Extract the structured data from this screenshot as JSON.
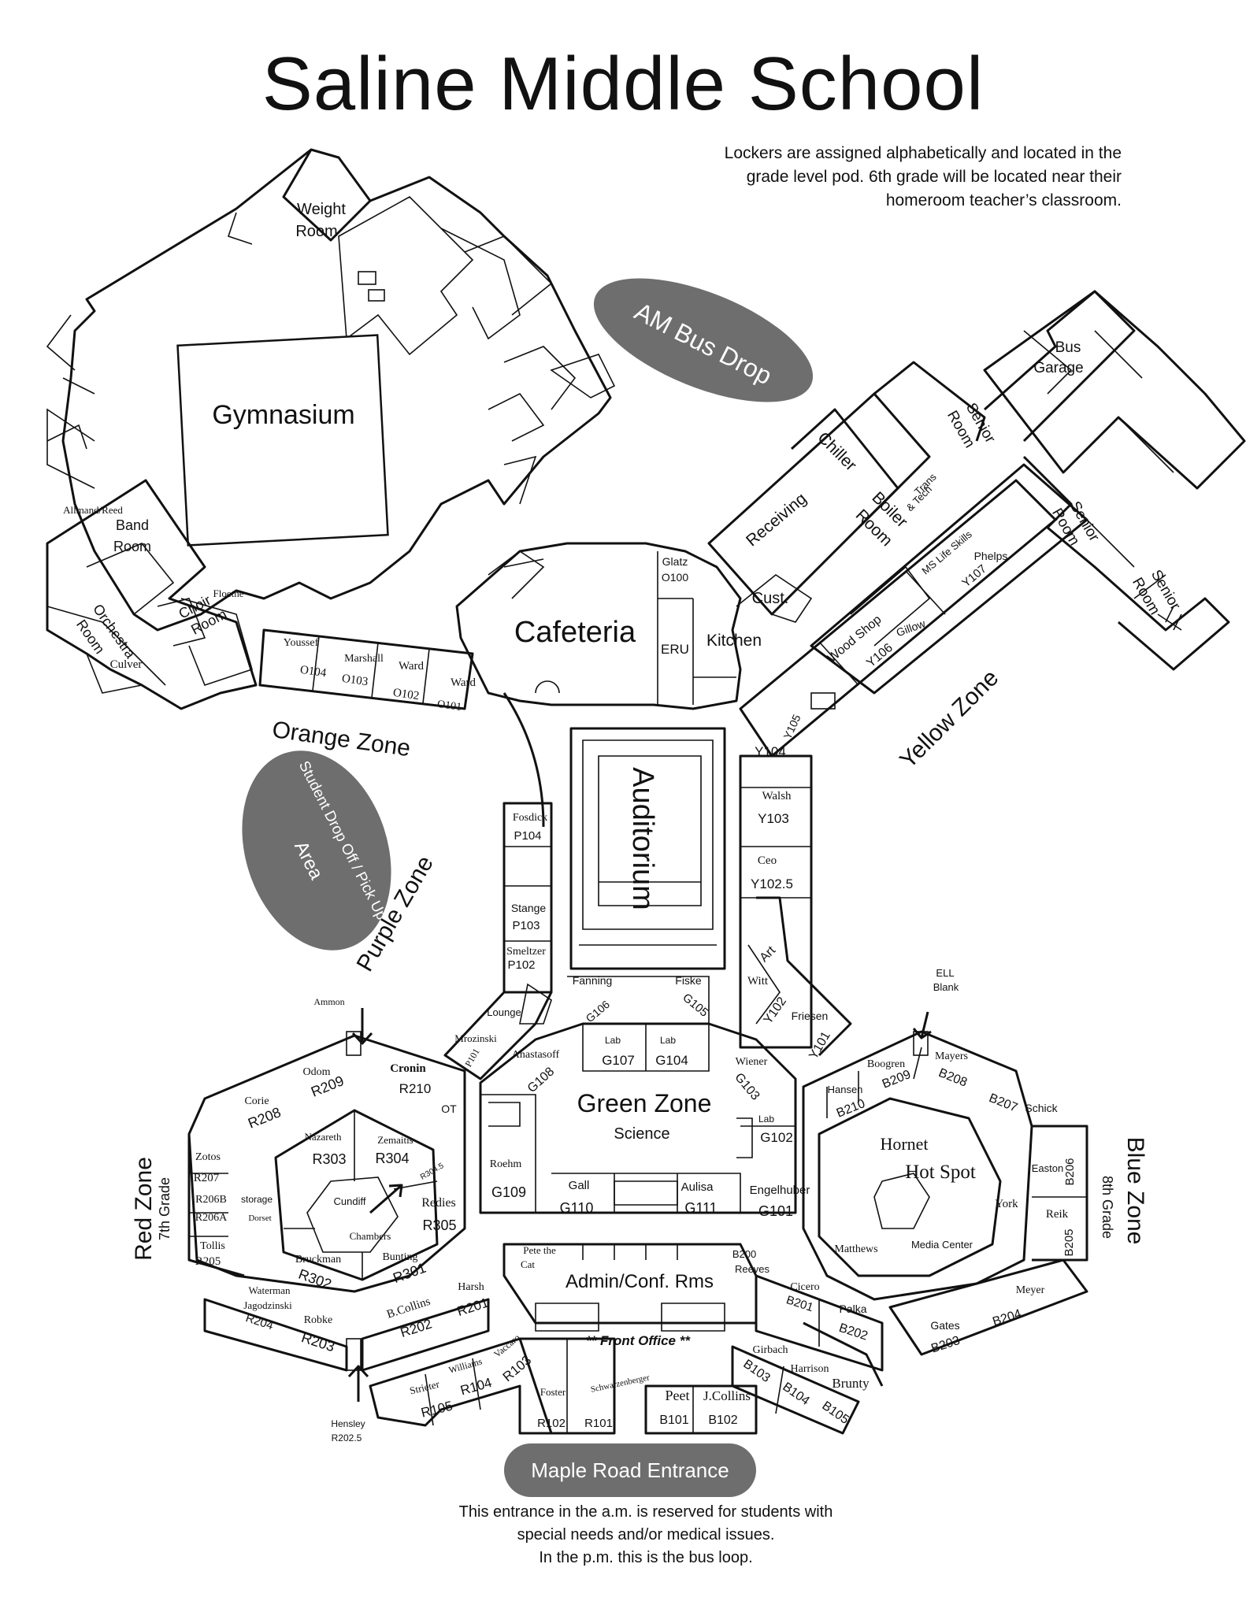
{
  "title": "Saline Middle School",
  "locker_note": [
    "Lockers are assigned alphabetically and located in the",
    "grade level pod. 6th grade will be located near their",
    "homeroom teacher’s classroom."
  ],
  "entrance": {
    "label": "Maple Road Entrance",
    "note": [
      "This entrance in the a.m. is reserved for students with",
      "special needs and/or medical issues.",
      "In the p.m. this is the bus loop."
    ]
  },
  "ovals": {
    "bus_drop": "AM Bus Drop",
    "student_drop_line1": "Student Drop Off / Pick Up",
    "student_drop_line2": "Area"
  },
  "zones": {
    "orange": "Orange Zone",
    "yellow": "Yellow Zone",
    "purple": "Purple Zone",
    "green": "Green Zone",
    "green_sub": "Science",
    "red": "Red Zone",
    "red_sub": "7th Grade",
    "blue": "Blue Zone",
    "blue_sub": "8th Grade"
  },
  "areas": {
    "gymnasium": "Gymnasium",
    "weight_room": [
      "Weight",
      "Room"
    ],
    "band_room": [
      "Band",
      "Room"
    ],
    "allmand_reed": "Allmand/Reed",
    "choir_room": [
      "Choir",
      "Room"
    ],
    "floethe": "Floethe",
    "orchestra_room": [
      "Orchestra",
      "Room"
    ],
    "culver": "Culver",
    "cafeteria": "Cafeteria",
    "glatz": "Glatz",
    "o100": "O100",
    "eru": "ERU",
    "kitchen": "Kitchen",
    "receiving": "Receiving",
    "chiller": "Chiller",
    "boiler_room": [
      "Boiler",
      "Room"
    ],
    "cust": "Cust.",
    "trans_tech": [
      "Trans",
      "& Tech"
    ],
    "senior_room": [
      "Senior",
      "Room"
    ],
    "bus_garage": [
      "Bus",
      "Garage"
    ],
    "auditorium": "Auditorium",
    "admin": "Admin/Conf. Rms",
    "front_office": "** Front Office **",
    "hornet": "Hornet",
    "hot_spot": "Hot Spot",
    "media_center": "Media Center",
    "pete_the_cat": [
      "Pete the",
      "Cat"
    ]
  },
  "orange_rooms": [
    {
      "teacher": "Youssef",
      "room": "O104"
    },
    {
      "teacher": "Marshall",
      "room": "O103"
    },
    {
      "teacher": "Ward",
      "room": "O102"
    },
    {
      "teacher": "Ward",
      "room": "O101"
    }
  ],
  "yellow_rooms": {
    "wood_shop": "Wood Shop",
    "y106": "Y106",
    "gillow": "Gillow",
    "ms_life_skills": "MS Life Skills",
    "y107": "Y107",
    "phelps": "Phelps",
    "y105": "Y105",
    "y104": "Y104",
    "walsh": "Walsh",
    "y103": "Y103",
    "ceo": "Ceo",
    "y1025": "Y102.5",
    "art": "Art",
    "witt": "Witt",
    "y102": "Y102",
    "friesen": "Friesen",
    "y101": "Y101"
  },
  "purple_rooms": {
    "fosdick": "Fosdick",
    "p104": "P104",
    "stange": "Stange",
    "p103": "P103",
    "smeltzer": "Smeltzer",
    "p102": "P102",
    "lounge": "Lounge",
    "mrozinski": "Mrozinski",
    "p101": "P101"
  },
  "green_rooms": {
    "fanning": "Fanning",
    "fiske": "Fiske",
    "g106": "G106",
    "g105": "G105",
    "anastasoff": "Anastasoff",
    "lab": "Lab",
    "g107": "G107",
    "g104": "G104",
    "g108": "G108",
    "wiener": "Wiener",
    "g103": "G103",
    "g102": "G102",
    "roehm": "Roehm",
    "g109": "G109",
    "gall": "Gall",
    "g110": "G110",
    "aulisa": "Aulisa",
    "g111": "G111",
    "engelhuber": "Engelhuber",
    "g101": "G101"
  },
  "red_rooms": {
    "ammon": "Ammon",
    "odom": "Odom",
    "r209": "R209",
    "cronin": "Cronin",
    "r210": "R210",
    "ot": "OT",
    "corie": "Corie",
    "r208": "R208",
    "nazareth": "Nazareth",
    "r303": "R303",
    "zemaitis": "Zemaitis",
    "r304": "R304",
    "r3045": "R304.5",
    "zotos": "Zotos",
    "r207": "R207",
    "r206b": "R206B",
    "storage": "storage",
    "r206a": "R206A",
    "dorset": "Dorset",
    "cundiff": "Cundiff",
    "redies": "Redies",
    "r305": "R305",
    "chambers": "Chambers",
    "tollis": "Tollis",
    "r205": "R205",
    "bruckman": "Bruckman",
    "r302": "R302",
    "bunting": "Bunting",
    "r301": "R301",
    "waterman": "Waterman",
    "jagodzinski": "Jagodzinski",
    "r204": "R204",
    "robke": "Robke",
    "r203": "R203",
    "b_collins": "B.Collins",
    "r202": "R202",
    "harsh": "Harsh",
    "r201": "R201",
    "hensley": "Hensley",
    "r2025": "R202.5",
    "strieter": "Strieter",
    "r105": "R105",
    "williams": "Williams",
    "r104": "R104",
    "vaccaro": "Vaccaro",
    "r103": "R103",
    "foster": "Foster",
    "r102": "R102",
    "schwarzenberger": "Schwarzenberger",
    "r101": "R101"
  },
  "blue_rooms": {
    "b200": "B200",
    "reeves": "Reeves",
    "ell": "ELL",
    "blank": "Blank",
    "hansen": "Hansen",
    "b210": "B210",
    "boogren": "Boogren",
    "b209": "B209",
    "mayers": "Mayers",
    "b208": "B208",
    "b207": "B207",
    "schick": "Schick",
    "easton": "Easton",
    "b206": "B206",
    "york": "York",
    "reik": "Reik",
    "b205": "B205",
    "matthews": "Matthews",
    "cicero": "Cicero",
    "b201": "B201",
    "palka": "Palka",
    "b202": "B202",
    "gates": "Gates",
    "b203": "B203",
    "meyer": "Meyer",
    "b204": "B204",
    "girbach": "Girbach",
    "b103": "B103",
    "harrison": "Harrison",
    "b104": "B104",
    "brunty": "Brunty",
    "b105": "B105",
    "peet": "Peet",
    "b101": "B101",
    "j_collins": "J.Collins",
    "b102": "B102"
  },
  "colors": {
    "oval_fill": "#6e6e6e",
    "line": "#111111",
    "background": "#ffffff"
  }
}
